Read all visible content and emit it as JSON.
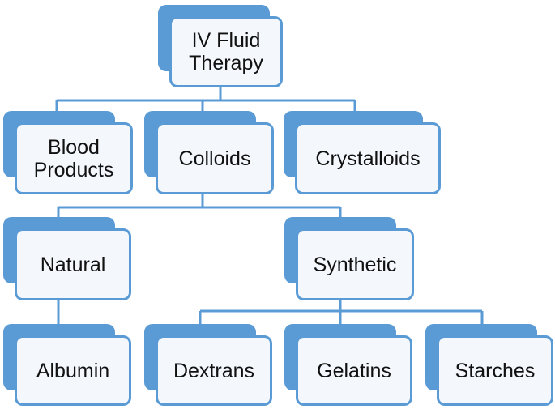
{
  "diagram": {
    "root": {
      "label": "IV Fluid\nTherapy"
    },
    "level1": [
      {
        "label": "Blood\nProducts"
      },
      {
        "label": "Colloids"
      },
      {
        "label": "Crystalloids"
      }
    ],
    "level2": [
      {
        "label": "Natural"
      },
      {
        "label": "Synthetic"
      }
    ],
    "level3": [
      {
        "label": "Albumin"
      },
      {
        "label": "Dextrans"
      },
      {
        "label": "Gelatins"
      },
      {
        "label": "Starches"
      }
    ]
  },
  "colors": {
    "accent": "#5b9bd5",
    "card_fill": "#f4f8fd",
    "text": "#111111"
  }
}
